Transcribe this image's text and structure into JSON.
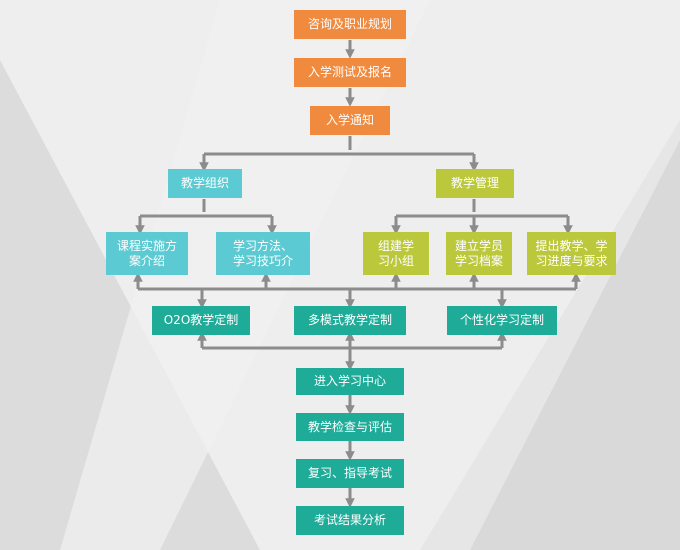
{
  "colors": {
    "orange": "#f08a3e",
    "cyan": "#5ccad2",
    "olive": "#bcc83b",
    "teal": "#1eac98",
    "arrow": "#8c8c8c",
    "background": "#e9e9e9"
  },
  "top_steps": {
    "consult": "咨询及职业规划",
    "entrance_test": "入学测试及报名",
    "admission_notice": "入学通知"
  },
  "branches": {
    "teaching_org": "教学组织",
    "teaching_mgmt": "教学管理"
  },
  "sub_items": {
    "course_intro": "课程实施方\n案介绍",
    "study_methods": "学习方法、\n学习技巧介",
    "study_group": "组建学\n习小组",
    "study_archive": "建立学员\n学习档案",
    "progress_req": "提出教学、学\n习进度与要求"
  },
  "custom": {
    "o2o": "O2O教学定制",
    "multi_mode": "多模式教学定制",
    "personalized": "个性化学习定制"
  },
  "bottom_steps": {
    "enter_center": "进入学习中心",
    "check_eval": "教学检查与评估",
    "review": "复习、指导考试",
    "result_analysis": "考试结果分析"
  }
}
